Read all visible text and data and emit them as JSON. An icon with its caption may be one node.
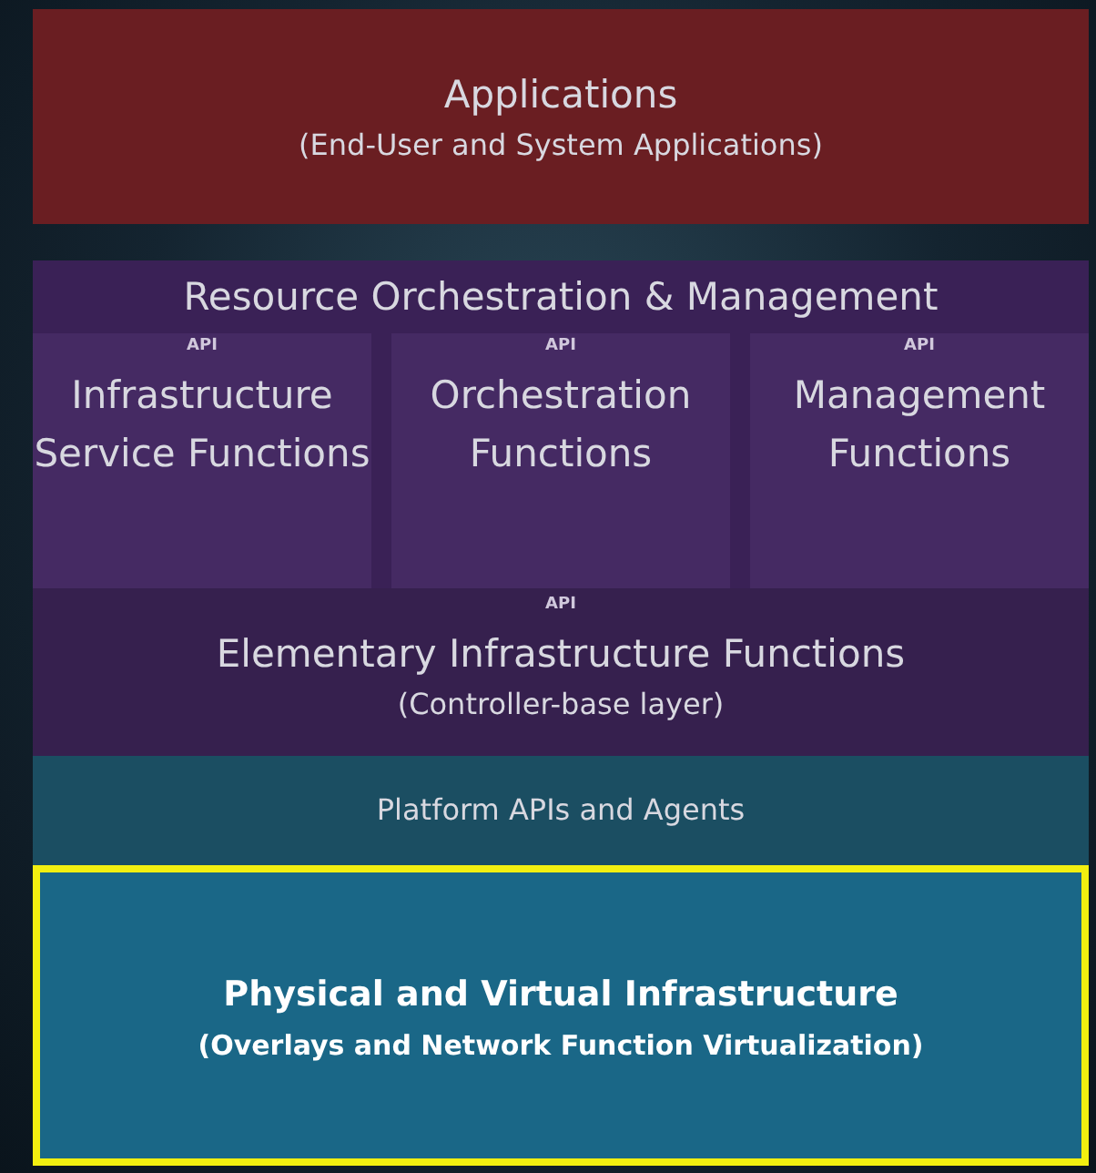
{
  "diagram": {
    "nodes": [
      {
        "text": [
          "Applications",
          "(End-User and System Applications)"
        ]
      },
      {
        "text": [
          "Resource Orchestration & Management"
        ]
      },
      {
        "text": [
          "API",
          "Infrastructure Service Functions"
        ],
        "in": 1
      },
      {
        "text": [
          "API",
          "Orchestration Functions"
        ],
        "in": 1
      },
      {
        "text": [
          "API",
          "Management Functions"
        ],
        "in": 1
      },
      {
        "text": [
          "API",
          "Elementary Infrastructure Functions",
          "(Controller-base layer)"
        ]
      },
      {
        "text": [
          "Platform APIs and Agents"
        ]
      },
      {
        "text": [
          "Physical and Virtual Infrastructure",
          "(Overlays and Network Function Virtualization)"
        ]
      }
    ]
  }
}
